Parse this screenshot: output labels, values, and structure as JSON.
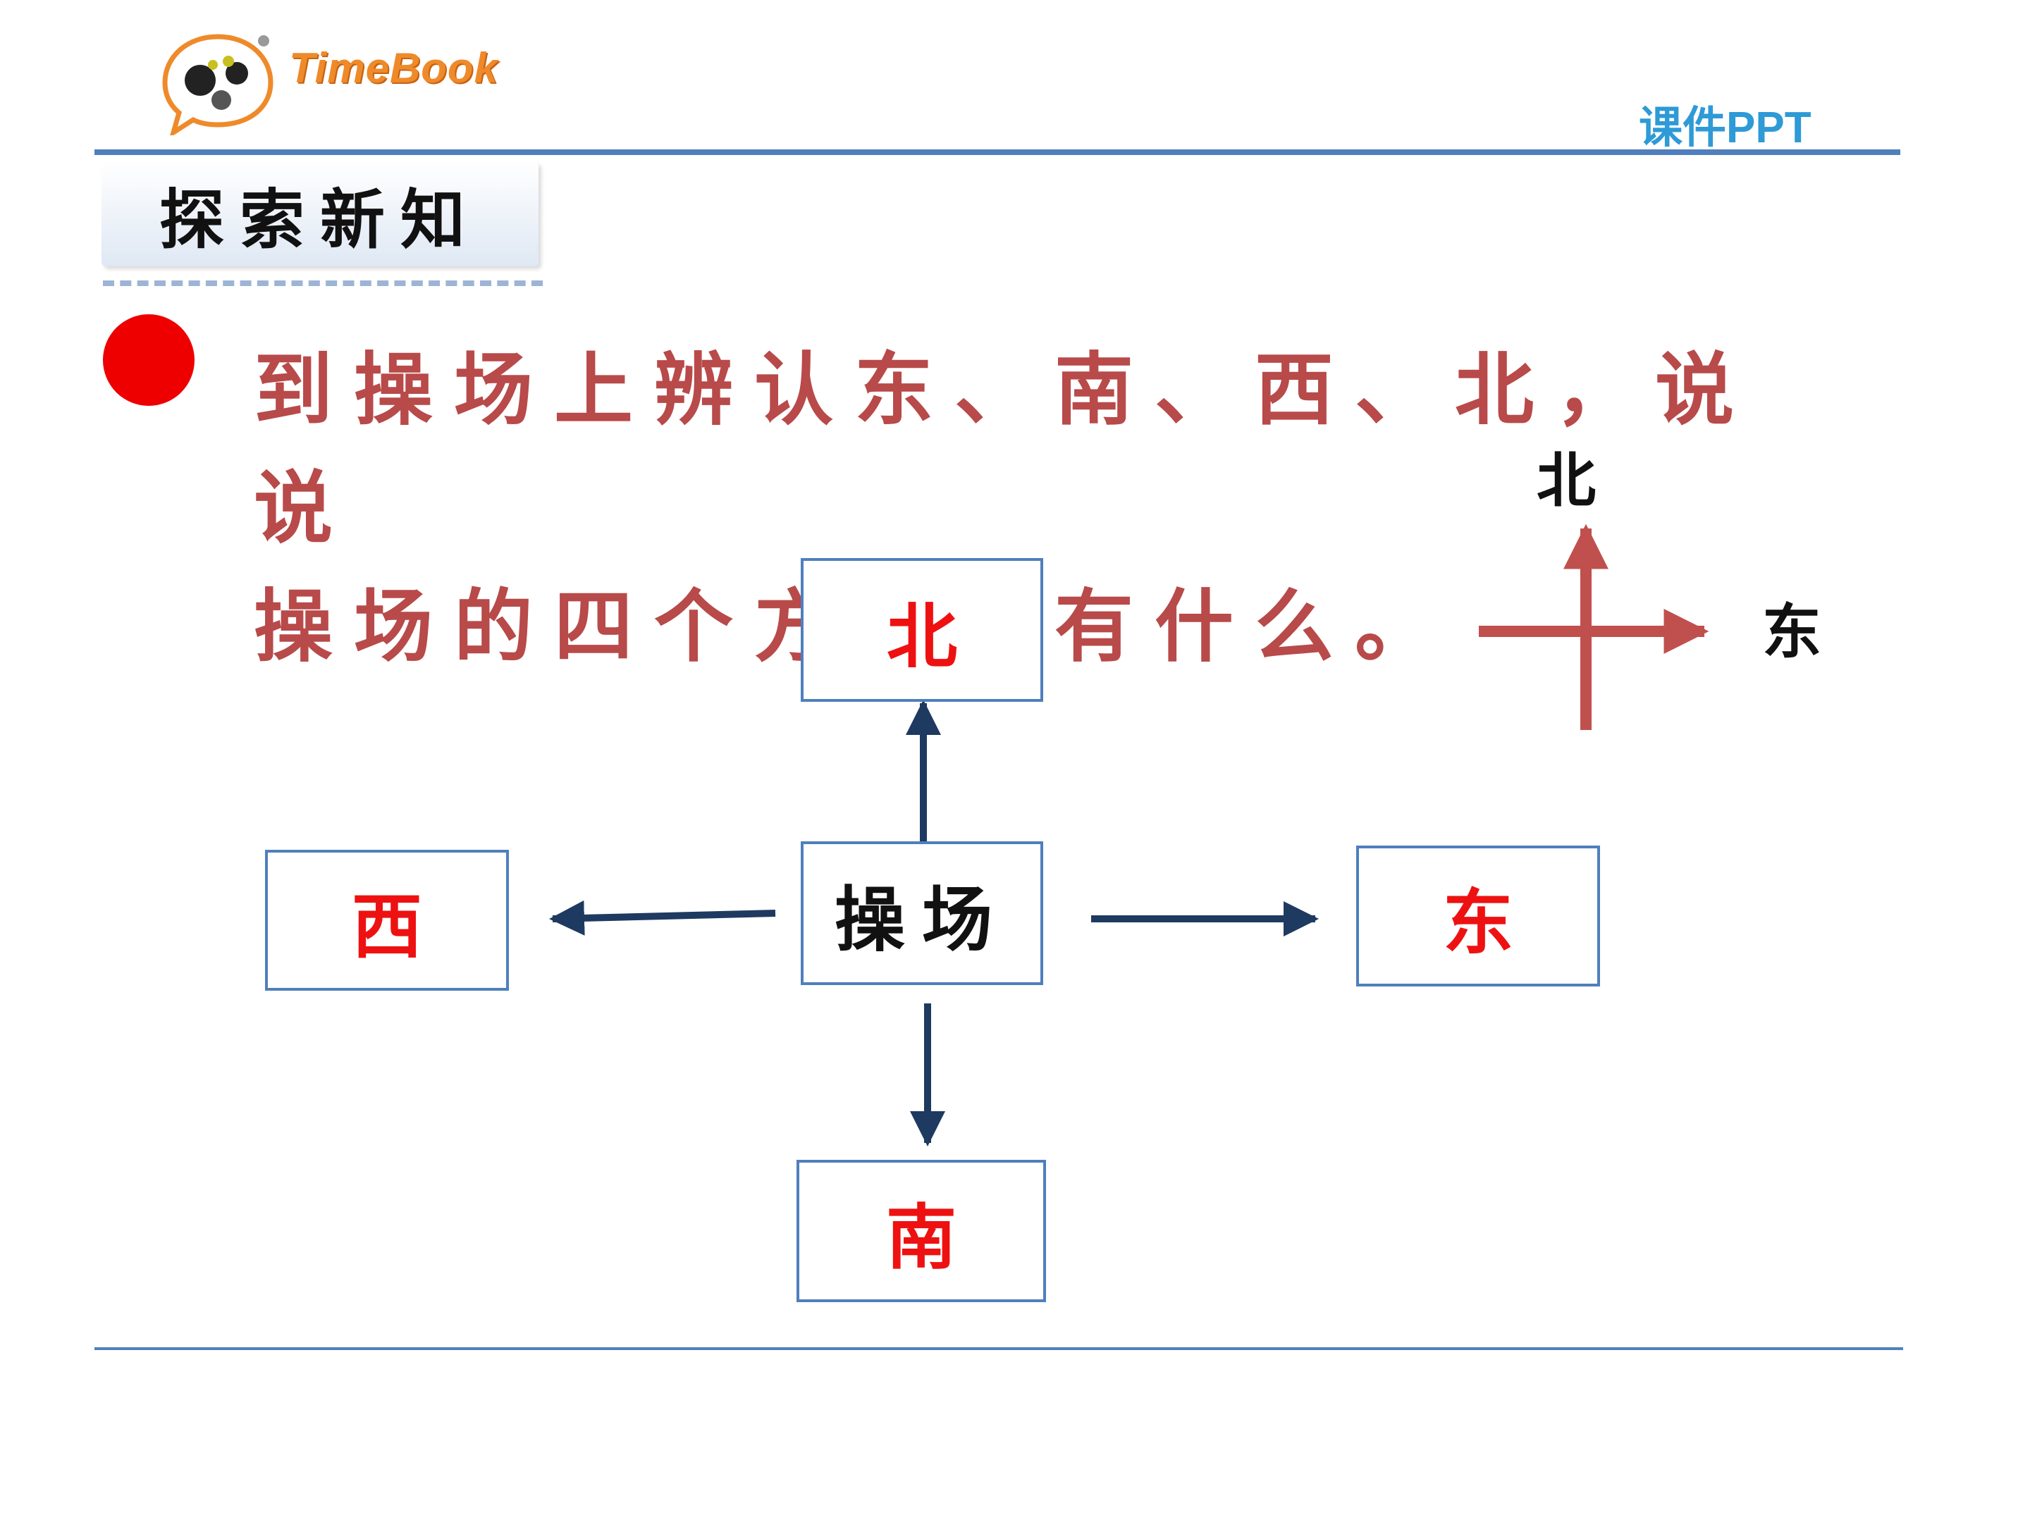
{
  "header": {
    "logo_text": "TimeBook",
    "ppt_label": "课件PPT"
  },
  "section": {
    "title": "探索新知"
  },
  "prompt": {
    "line1": "到操场上辨认东、南、西、北，说说",
    "line2": "操场的四个方向各有什么。"
  },
  "compass": {
    "north": "北",
    "east": "东",
    "color": "#c0504d"
  },
  "diagram": {
    "center": "操场",
    "north": "北",
    "south": "南",
    "west": "西",
    "east": "东",
    "box_border_color": "#4f7fbd",
    "direction_color": "#ee1111",
    "arrow_color": "#1f3a60"
  },
  "colors": {
    "rule": "#4f7fbd",
    "bullet": "#ee0000",
    "prompt_text": "#b84a4a"
  }
}
